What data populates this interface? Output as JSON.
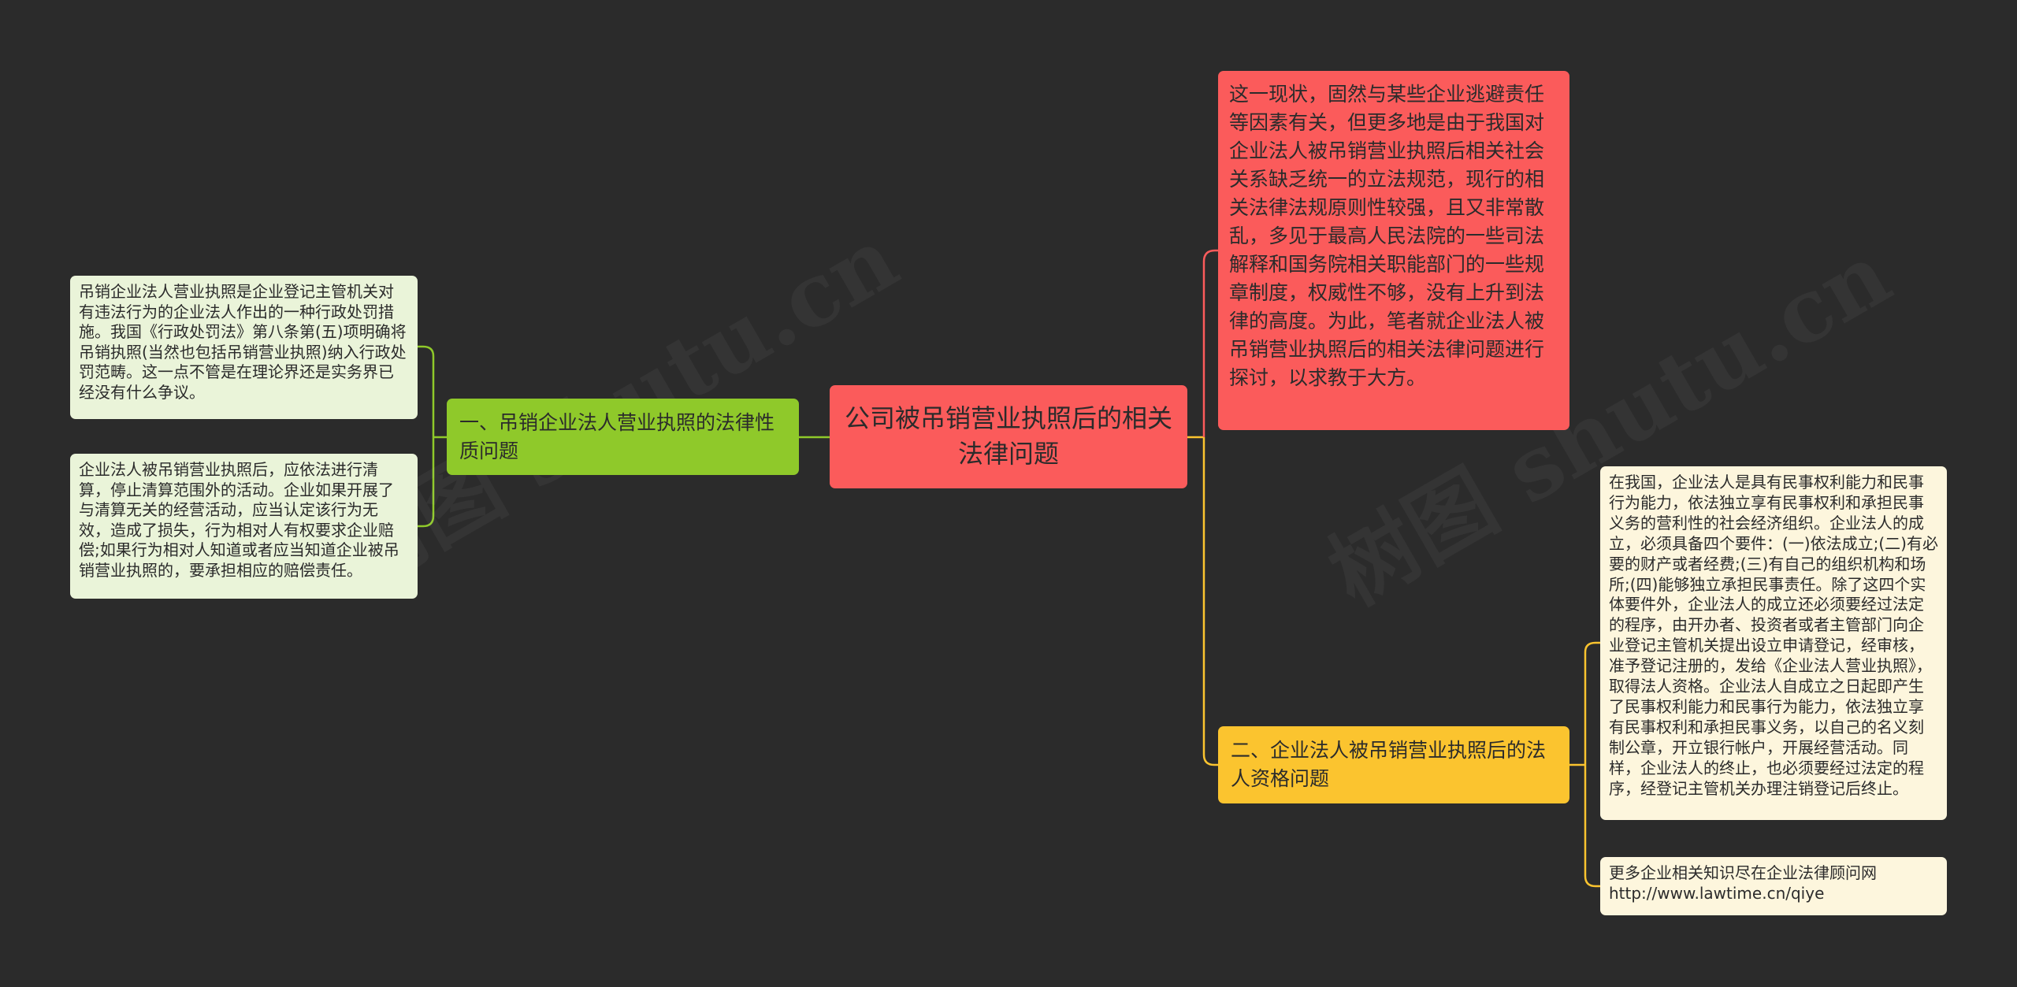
{
  "watermark": "树图 shutu.cn",
  "colors": {
    "background": "#2b2b2b",
    "root": "#fb5b5b",
    "branch_green": "#8fc92a",
    "branch_yellow": "#fbc42f",
    "leaf_red": "#fb5b5b",
    "leaf_green": "#eaf4d9",
    "leaf_cream": "#fdf6dd",
    "line_green": "#8fc92a",
    "line_yellow": "#fbc42f",
    "line_red": "#fb5b5b"
  },
  "root": {
    "title": "公司被吊销营业执照后的相关法律问题"
  },
  "left_branch": {
    "label": "一、吊销企业法人营业执照的法律性质问题",
    "leaves": [
      "吊销企业法人营业执照是企业登记主管机关对有违法行为的企业法人作出的一种行政处罚措施。我国《行政处罚法》第八条第(五)项明确将吊销执照(当然也包括吊销营业执照)纳入行政处罚范畴。这一点不管是在理论界还是实务界已经没有什么争议。",
      "企业法人被吊销营业执照后，应依法进行清算，停止清算范围外的活动。企业如果开展了与清算无关的经营活动，应当认定该行为无效，造成了损失，行为相对人有权要求企业赔偿;如果行为相对人知道或者应当知道企业被吊销营业执照的，要承担相应的赔偿责任。"
    ]
  },
  "right_top_leaf": {
    "text": "这一现状，固然与某些企业逃避责任等因素有关，但更多地是由于我国对企业法人被吊销营业执照后相关社会关系缺乏统一的立法规范，现行的相关法律法规原则性较强，且又非常散乱，多见于最高人民法院的一些司法解释和国务院相关职能部门的一些规章制度，权威性不够，没有上升到法律的高度。为此，笔者就企业法人被吊销营业执照后的相关法律问题进行探讨，以求教于大方。"
  },
  "right_branch": {
    "label": "二、企业法人被吊销营业执照后的法人资格问题",
    "leaves": [
      "在我国，企业法人是具有民事权利能力和民事行为能力，依法独立享有民事权利和承担民事义务的营利性的社会经济组织。企业法人的成立，必须具备四个要件：(一)依法成立;(二)有必要的财产或者经费;(三)有自己的组织机构和场所;(四)能够独立承担民事责任。除了这四个实体要件外，企业法人的成立还必须要经过法定的程序，由开办者、投资者或者主管部门向企业登记主管机关提出设立申请登记，经审核，准予登记注册的，发给《企业法人营业执照》，取得法人资格。企业法人自成立之日起即产生了民事权利能力和民事行为能力，依法独立享有民事权利和承担民事义务，以自己的名义刻制公章，开立银行帐户，开展经营活动。同样，企业法人的终止，也必须要经过法定的程序，经登记主管机关办理注销登记后终止。",
      "更多企业相关知识尽在企业法律顾问网http://www.lawtime.cn/qiye"
    ]
  }
}
